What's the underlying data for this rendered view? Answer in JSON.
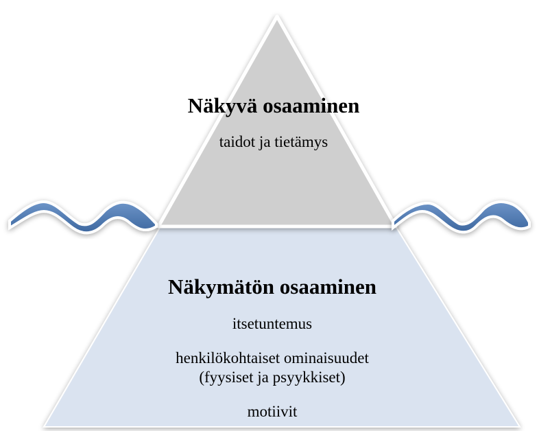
{
  "visible": {
    "title": "Näkyvä osaaminen",
    "subtitle": "taidot ja tietämys"
  },
  "hidden": {
    "title": "Näkymätön osaaminen",
    "lines": [
      "itsetuntemus",
      "henkilökohtaiset ominaisuudet",
      "(fyysiset ja psyykkiset)",
      "motiivit"
    ]
  },
  "colors": {
    "visible_tip": "#cfcfcf",
    "hidden_base": "#dae3f0",
    "wave_fill": "#4f7ab4",
    "outline": "#ffffff"
  }
}
